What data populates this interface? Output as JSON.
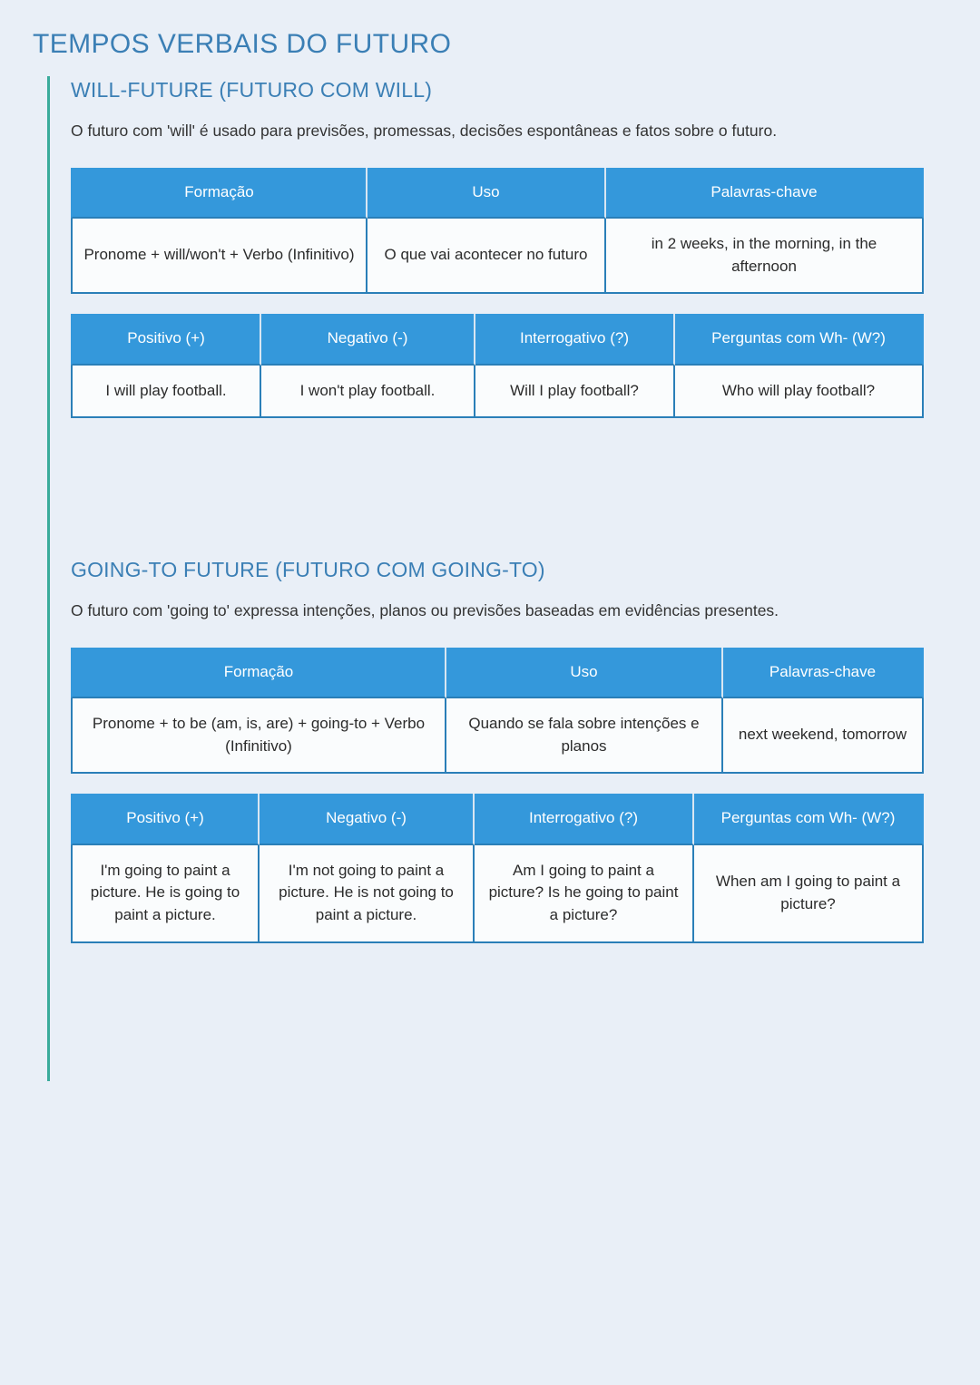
{
  "page": {
    "title": "TEMPOS VERBAIS DO FUTURO",
    "background_color": "#e9eff7",
    "title_color": "#3b7fb5",
    "accent_color": "#3aab9b",
    "table_header_color": "#3498db",
    "table_border_color": "#2a7fb8",
    "cell_background_color": "#fafcfd"
  },
  "sections": [
    {
      "heading": "WILL-FUTURE (FUTURO COM WILL)",
      "description": "O futuro com 'will' é usado para previsões, promessas, decisões espontâneas e fatos sobre o futuro.",
      "overview_table": {
        "headers": [
          "Formação",
          "Uso",
          "Palavras-chave"
        ],
        "rows": [
          [
            "Pronome + will/won't + Verbo (Infinitivo)",
            "O que vai acontecer no futuro",
            "in 2 weeks, in the morning, in the afternoon"
          ]
        ]
      },
      "forms_table": {
        "headers": [
          "Positivo (+)",
          "Negativo (-)",
          "Interrogativo (?)",
          "Perguntas com Wh- (W?)"
        ],
        "rows": [
          [
            "I will play football.",
            "I won't play football.",
            "Will I play football?",
            "Who will play football?"
          ]
        ]
      }
    },
    {
      "heading": "GOING-TO FUTURE (FUTURO COM GOING-TO)",
      "description": "O futuro com 'going to' expressa intenções, planos ou previsões baseadas em evidências presentes.",
      "overview_table": {
        "headers": [
          "Formação",
          "Uso",
          "Palavras-chave"
        ],
        "rows": [
          [
            "Pronome + to be (am, is, are) + going-to + Verbo (Infinitivo)",
            "Quando se fala sobre intenções e planos",
            "next weekend, tomorrow"
          ]
        ]
      },
      "forms_table": {
        "headers": [
          "Positivo (+)",
          "Negativo (-)",
          "Interrogativo (?)",
          "Perguntas com Wh- (W?)"
        ],
        "rows": [
          [
            "I'm going to paint a picture. He is going to paint a picture.",
            "I'm not going to paint a picture. He is not going to paint a picture.",
            "Am I going to paint a picture? Is he going to paint a picture?",
            "When am I going to paint a picture?"
          ]
        ]
      }
    }
  ]
}
